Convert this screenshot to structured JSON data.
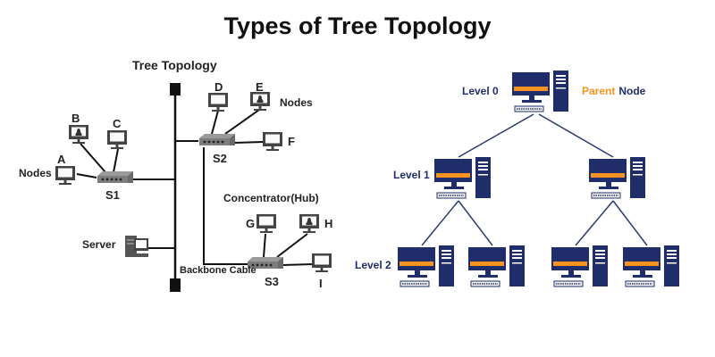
{
  "title": "Types of Tree Topology",
  "left_diagram": {
    "title": "Tree Topology",
    "nodes_label_left": "Nodes",
    "nodes_label_right": "Nodes",
    "server_label": "Server",
    "backbone_label": "Backbone Cable",
    "concentrator_label": "Concentrator(Hub)",
    "hubs": {
      "s1": "S1",
      "s2": "S2",
      "s3": "S3"
    },
    "computers": {
      "a": "A",
      "b": "B",
      "c": "C",
      "d": "D",
      "e": "E",
      "f": "F",
      "g": "G",
      "h": "H",
      "i": "I"
    }
  },
  "right_diagram": {
    "level0": "Level 0",
    "level1": "Level 1",
    "level2": "Level 2",
    "parent_word": "Parent",
    "node_word": "Node"
  },
  "colors": {
    "navy": "#1f2d6b",
    "orange": "#f7931e",
    "line": "#2b3a6e"
  }
}
